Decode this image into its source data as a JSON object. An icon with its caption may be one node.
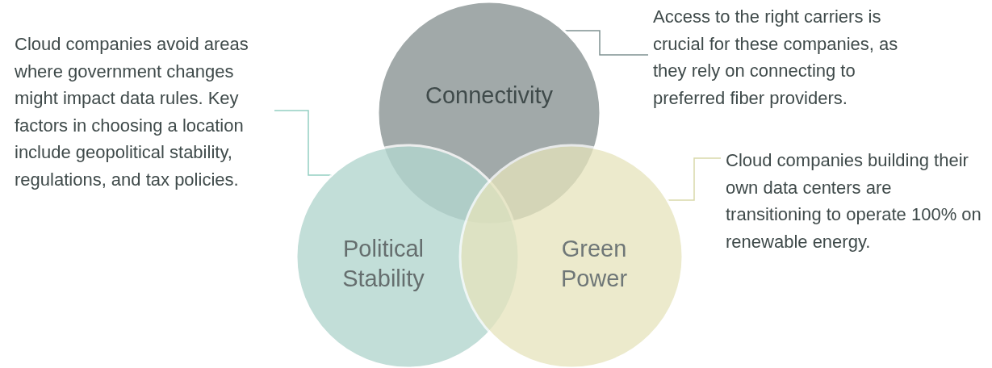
{
  "diagram": {
    "nodes": [
      {
        "text": [
          "Connectivity"
        ]
      },
      {
        "text": [
          "Political Stability"
        ]
      },
      {
        "text": [
          "Green Power"
        ]
      },
      {
        "text": [
          "Cloud companies avoid areas where government changes might impact data rules. Key factors in choosing a location include geopolitical stability, regulations, and tax policies."
        ]
      },
      {
        "text": [
          "Access to the right carriers is crucial for these companies, as they rely on connecting to preferred fiber providers."
        ]
      },
      {
        "text": [
          "Cloud companies building their own data centers are transitioning to operate 100% on renewable energy."
        ]
      }
    ],
    "edges": [
      {
        "from": 3,
        "to": 1,
        "arrow": "none",
        "color": "#94cfc2"
      },
      {
        "from": 4,
        "to": 0,
        "arrow": "none"
      },
      {
        "from": 5,
        "to": 2,
        "arrow": "none",
        "color": "#d9d9ab"
      }
    ]
  }
}
